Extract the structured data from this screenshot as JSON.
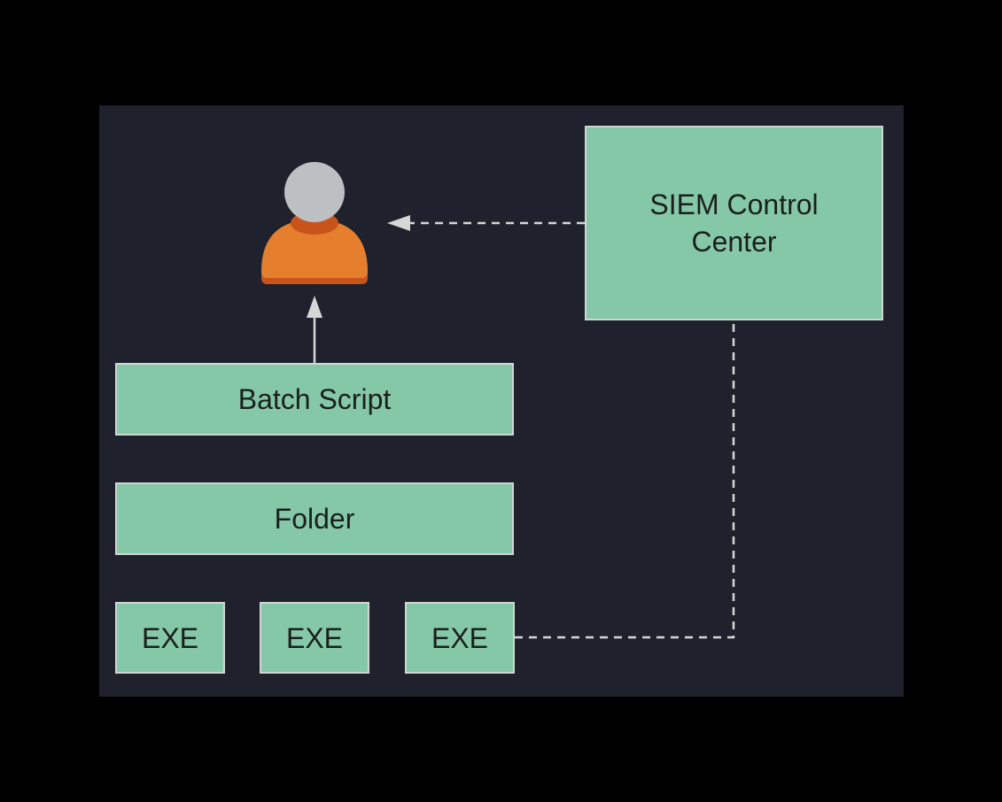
{
  "diagram": {
    "colors": {
      "page_background": "#000000",
      "canvas_background": "#1f222c",
      "box_fill": "#85c8a8",
      "box_border": "#cfd6d2",
      "connector": "#d4d7d6",
      "user_head": "#bcc0c3",
      "user_body": "#e57f2e",
      "user_body_shadow": "#c8541c"
    },
    "nodes": {
      "siem": {
        "label": "SIEM Control Center"
      },
      "batch_script": {
        "label": "Batch Script"
      },
      "folder": {
        "label": "Folder"
      },
      "exe_1": {
        "label": "EXE"
      },
      "exe_2": {
        "label": "EXE"
      },
      "exe_3": {
        "label": "EXE"
      },
      "user": {
        "icon": "user-icon"
      }
    },
    "edges": [
      {
        "from": "siem",
        "to": "user",
        "style": "dashed",
        "arrow": "end"
      },
      {
        "from": "batch_script",
        "to": "user",
        "style": "solid",
        "arrow": "end"
      },
      {
        "from": "exe_3",
        "to": "siem",
        "style": "dashed",
        "arrow": "none"
      }
    ]
  }
}
